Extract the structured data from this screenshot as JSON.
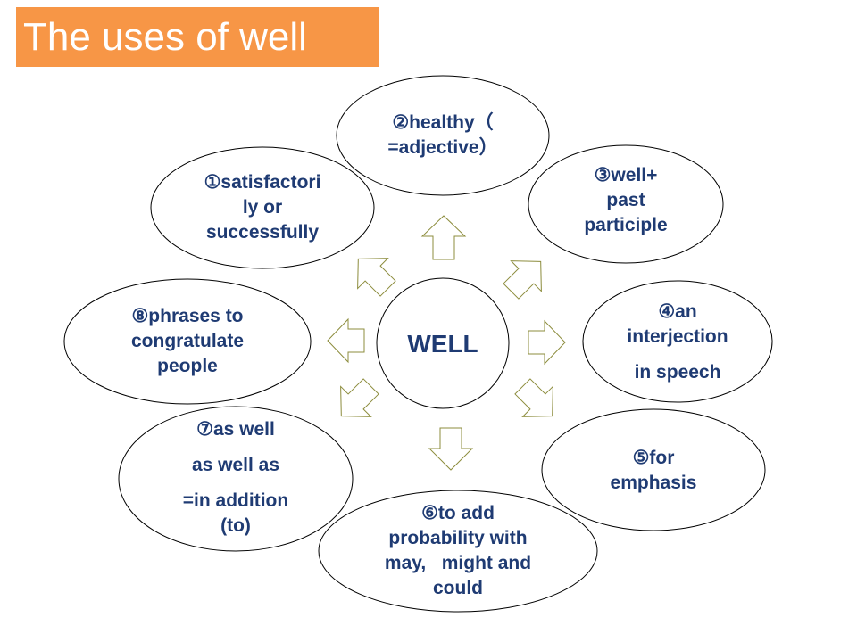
{
  "title": "The uses of well",
  "center_label": "WELL",
  "nodes": [
    {
      "id": "satisfactorily",
      "lines": [
        "①satisfactori",
        "ly  or",
        "successfully"
      ]
    },
    {
      "id": "healthy",
      "lines": [
        "②healthy（",
        "=adjective）"
      ]
    },
    {
      "id": "past-participle",
      "lines": [
        "③well+",
        "past",
        "participle"
      ]
    },
    {
      "id": "interjection",
      "lines": [
        "④an",
        "interjection",
        "in speech"
      ]
    },
    {
      "id": "emphasis",
      "lines": [
        "⑤for",
        "emphasis"
      ]
    },
    {
      "id": "probability",
      "lines": [
        "⑥to add",
        "probability with",
        "may,   might and",
        "could"
      ]
    },
    {
      "id": "as-well",
      "lines": [
        "⑦as well",
        "as well as",
        "=in addition",
        "(to)"
      ]
    },
    {
      "id": "phrases",
      "lines": [
        "⑧phrases to",
        "congratulate",
        "people"
      ]
    }
  ],
  "colors": {
    "title_bg": "#f79646",
    "text": "#1f3b73",
    "ellipse_stroke": "#000000",
    "arrow_stroke": "#8c8c3c"
  }
}
